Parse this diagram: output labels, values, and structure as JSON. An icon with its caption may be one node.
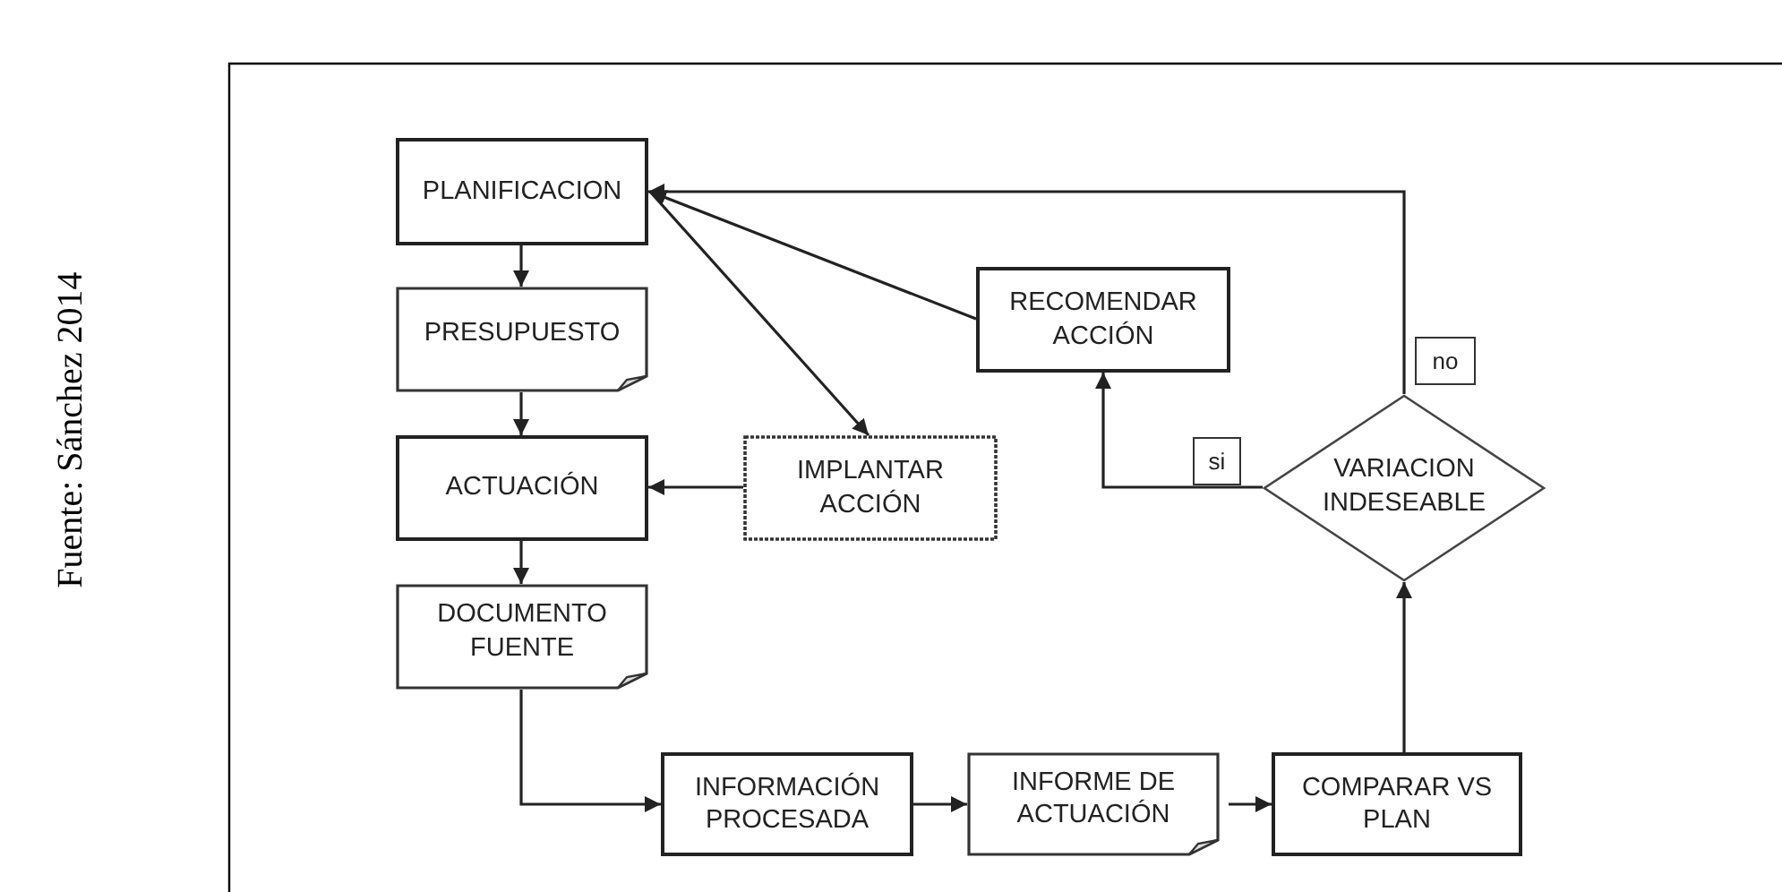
{
  "diagram": {
    "nodes": [
      {
        "text": [
          "PLANIFICACION"
        ]
      },
      {
        "text": [
          "PRESUPUESTO"
        ]
      },
      {
        "text": [
          "ACTUACIÓN"
        ]
      },
      {
        "text": [
          "IMPLANTAR ACCIÓN"
        ]
      },
      {
        "text": [
          "RECOMENDAR ACCIÓN"
        ]
      },
      {
        "text": [
          "VARIACION INDESEABLE"
        ]
      },
      {
        "text": [
          "DOCUMENTO FUENTE"
        ]
      },
      {
        "text": [
          "INFORMACIÓN PROCESADA"
        ]
      },
      {
        "text": [
          "INFORME DE ACTUACIÓN"
        ]
      },
      {
        "text": [
          "COMPARAR VS PLAN"
        ]
      }
    ],
    "edges": [
      {
        "from": 0,
        "to": 1,
        "arrow": "to"
      },
      {
        "from": 1,
        "to": 2,
        "arrow": "to"
      },
      {
        "from": 3,
        "to": 2,
        "arrow": "to"
      },
      {
        "from": 4,
        "to": 0,
        "arrow": "to"
      },
      {
        "from": 0,
        "to": 3,
        "arrow": "to"
      },
      {
        "from": 5,
        "to": 0,
        "label": "no",
        "arrow": "to"
      },
      {
        "from": 5,
        "to": 4,
        "label": "si",
        "arrow": "to"
      },
      {
        "from": 2,
        "to": 6,
        "arrow": "to"
      },
      {
        "from": 6,
        "to": 7,
        "arrow": "to"
      },
      {
        "from": 7,
        "to": 8,
        "arrow": "to"
      },
      {
        "from": 8,
        "to": 9,
        "arrow": "to"
      },
      {
        "from": 9,
        "to": 5,
        "arrow": "to"
      }
    ],
    "labels": [
      "Fuente: Sánchez 2014"
    ]
  }
}
